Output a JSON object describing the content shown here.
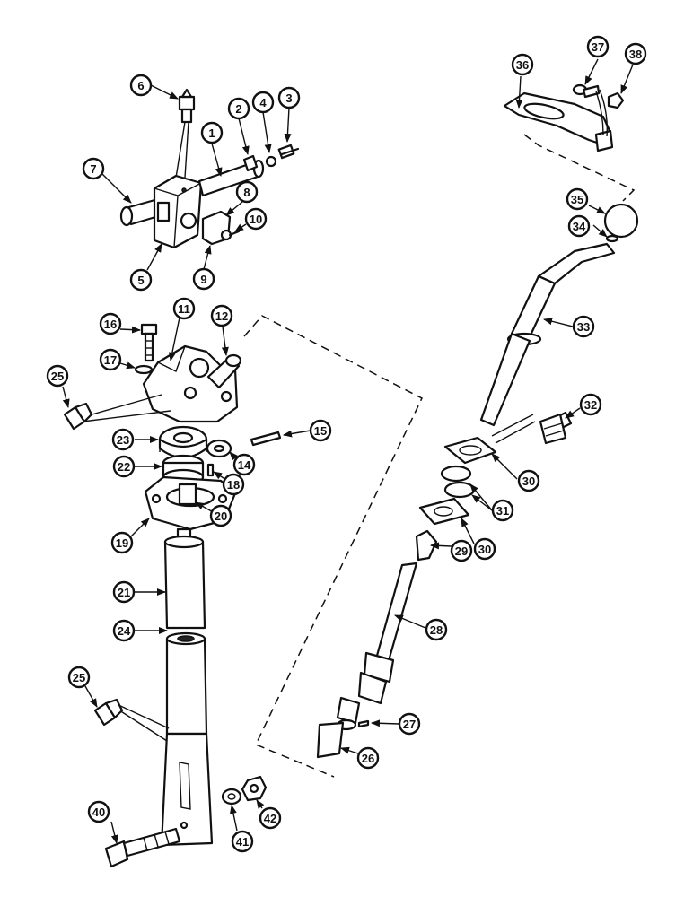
{
  "callouts": [
    "1",
    "2",
    "3",
    "4",
    "5",
    "6",
    "7",
    "8",
    "9",
    "10",
    "11",
    "12",
    "14",
    "15",
    "16",
    "17",
    "18",
    "19",
    "20",
    "21",
    "22",
    "23",
    "24",
    "25",
    "25",
    "26",
    "27",
    "28",
    "29",
    "30",
    "30",
    "31",
    "32",
    "33",
    "34",
    "35",
    "36",
    "37",
    "38",
    "40",
    "41",
    "42"
  ]
}
